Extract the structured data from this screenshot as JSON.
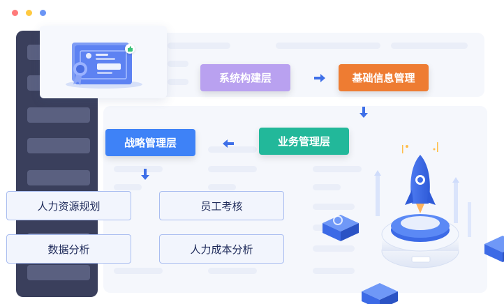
{
  "window": {
    "dots": [
      {
        "color": "#ff7a7a"
      },
      {
        "color": "#ffc940"
      },
      {
        "color": "#6a95f5"
      }
    ]
  },
  "colors": {
    "system": "#b9a1f0",
    "foundation": "#ee7c32",
    "business": "#22b89a",
    "strategy": "#3e82f7"
  },
  "flow": {
    "system_layer": "系统构建层",
    "foundation_layer": "基础信息管理",
    "business_layer": "业务管理层",
    "strategy_layer": "战略管理层"
  },
  "modules": {
    "hr_planning": "人力资源规划",
    "employee_assessment": "员工考核",
    "data_analysis": "数据分析",
    "hr_cost_analysis": "人力成本分析"
  },
  "icons": {
    "card": "certificate-icon",
    "like": "thumbs-up-icon",
    "rocket": "rocket-icon",
    "server": "server-cube-icon"
  }
}
